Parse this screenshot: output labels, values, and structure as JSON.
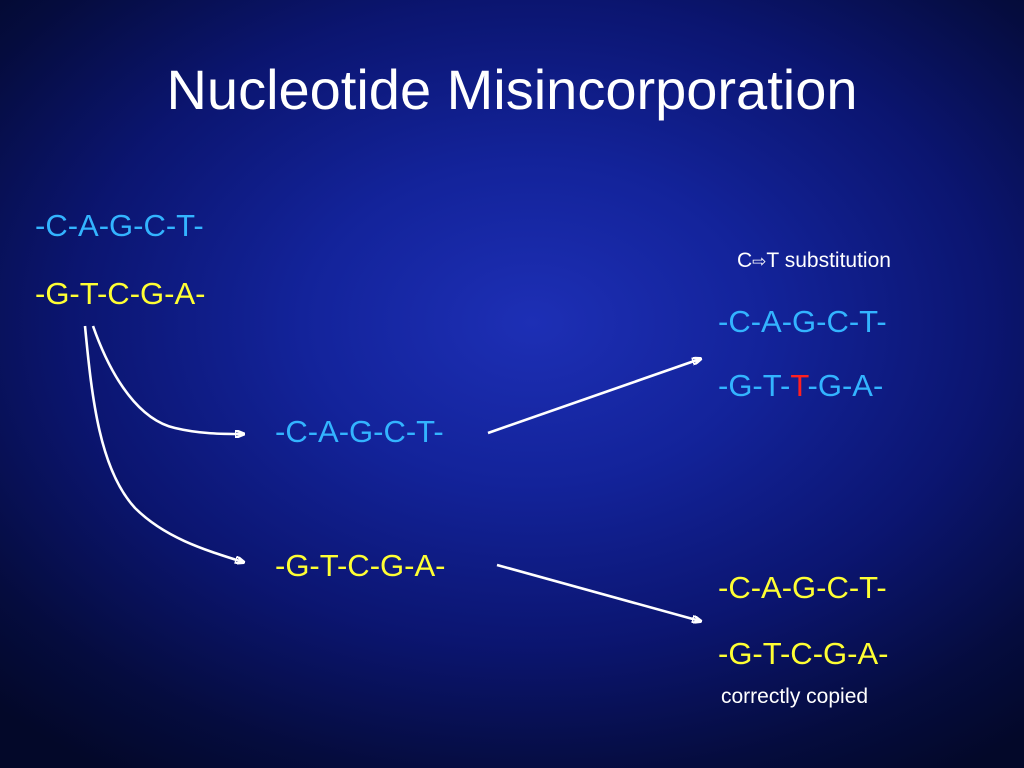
{
  "title": "Nucleotide Misincorporation",
  "colors": {
    "top_strand": "#33b4ff",
    "bottom_strand": "#ffff33",
    "mutation": "#ff2020",
    "text": "#ffffff"
  },
  "original": {
    "top": "-C-A-G-C-T-",
    "bottom": "-G-T-C-G-A-"
  },
  "separated": {
    "top": "-C-A-G-C-T-",
    "bottom": "-G-T-C-G-A-"
  },
  "mutant": {
    "label_before": "C",
    "label_arrow": "⇨",
    "label_after": "T substitution",
    "top": "-C-A-G-C-T-",
    "bottom_before": "-G-T-",
    "bottom_mutation": "T",
    "bottom_after": "-G-A-"
  },
  "correct": {
    "top": "-C-A-G-C-T-",
    "bottom": "-G-T-C-G-A-",
    "label": "correctly copied"
  }
}
